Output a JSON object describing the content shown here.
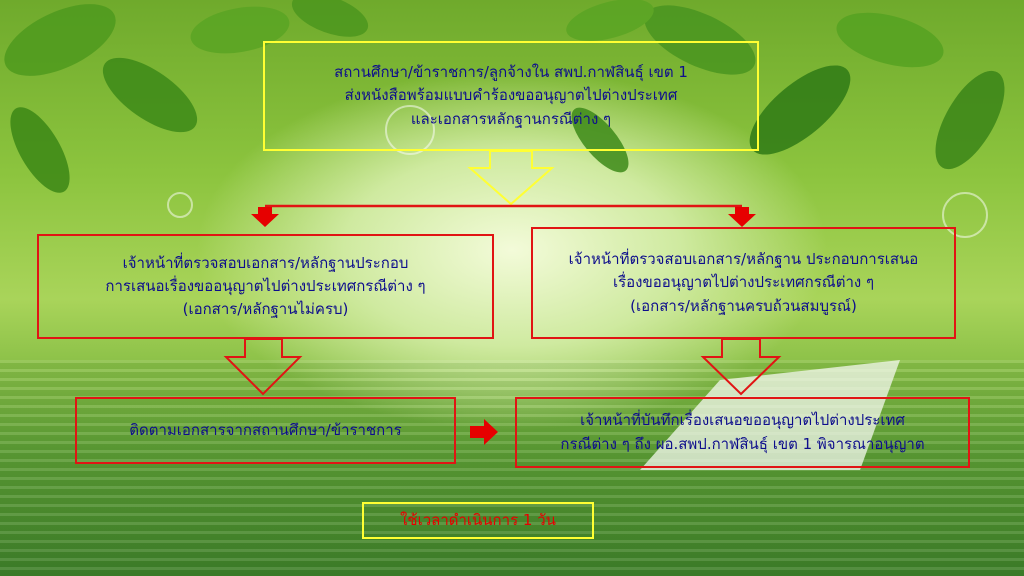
{
  "diagram": {
    "top_box": {
      "lines": [
        "สถานศึกษา/ข้าราชการ/ลูกจ้างใน  สพป.กาฬสินธุ์ เขต 1",
        "ส่งหนังสือพร้อมแบบคำร้องขออนุญาตไปต่างประเทศ",
        "และเอกสารหลักฐานกรณีต่าง  ๆ"
      ]
    },
    "left_box": {
      "lines": [
        "เจ้าหน้าที่ตรวจสอบเอกสาร/หลักฐานประกอบ",
        "การเสนอเรื่องขออนุญาตไปต่างประเทศกรณีต่าง  ๆ",
        "(เอกสาร/หลักฐานไม่ครบ)"
      ]
    },
    "right_box": {
      "lines": [
        "เจ้าหน้าที่ตรวจสอบเอกสาร/หลักฐาน ประกอบการเสนอ",
        "เรื่องขออนุญาตไปต่างประเทศกรณีต่าง ๆ",
        "(เอกสาร/หลักฐานครบถ้วนสมบูรณ์)"
      ]
    },
    "bottom_left_box": {
      "lines": [
        "ติดตามเอกสารจากสถานศึกษา/ข้าราชการ"
      ]
    },
    "bottom_right_box": {
      "lines": [
        "เจ้าหน้าที่บันทึกเรื่องเสนอขออนุญาตไปต่างประเทศ",
        "กรณีต่าง ๆ ถึง ผอ.สพป.กาฬสินธุ์ เขต 1 พิจารณาอนุญาต"
      ]
    },
    "footer": {
      "text": "ใช้เวลาดำเนินการ  1  วัน"
    },
    "colors": {
      "text": "#0e0e8c",
      "yellow_border": "#ffff33",
      "red_border": "#e11414",
      "arrow_red": "#e60000",
      "footer_text": "#e60000"
    }
  }
}
